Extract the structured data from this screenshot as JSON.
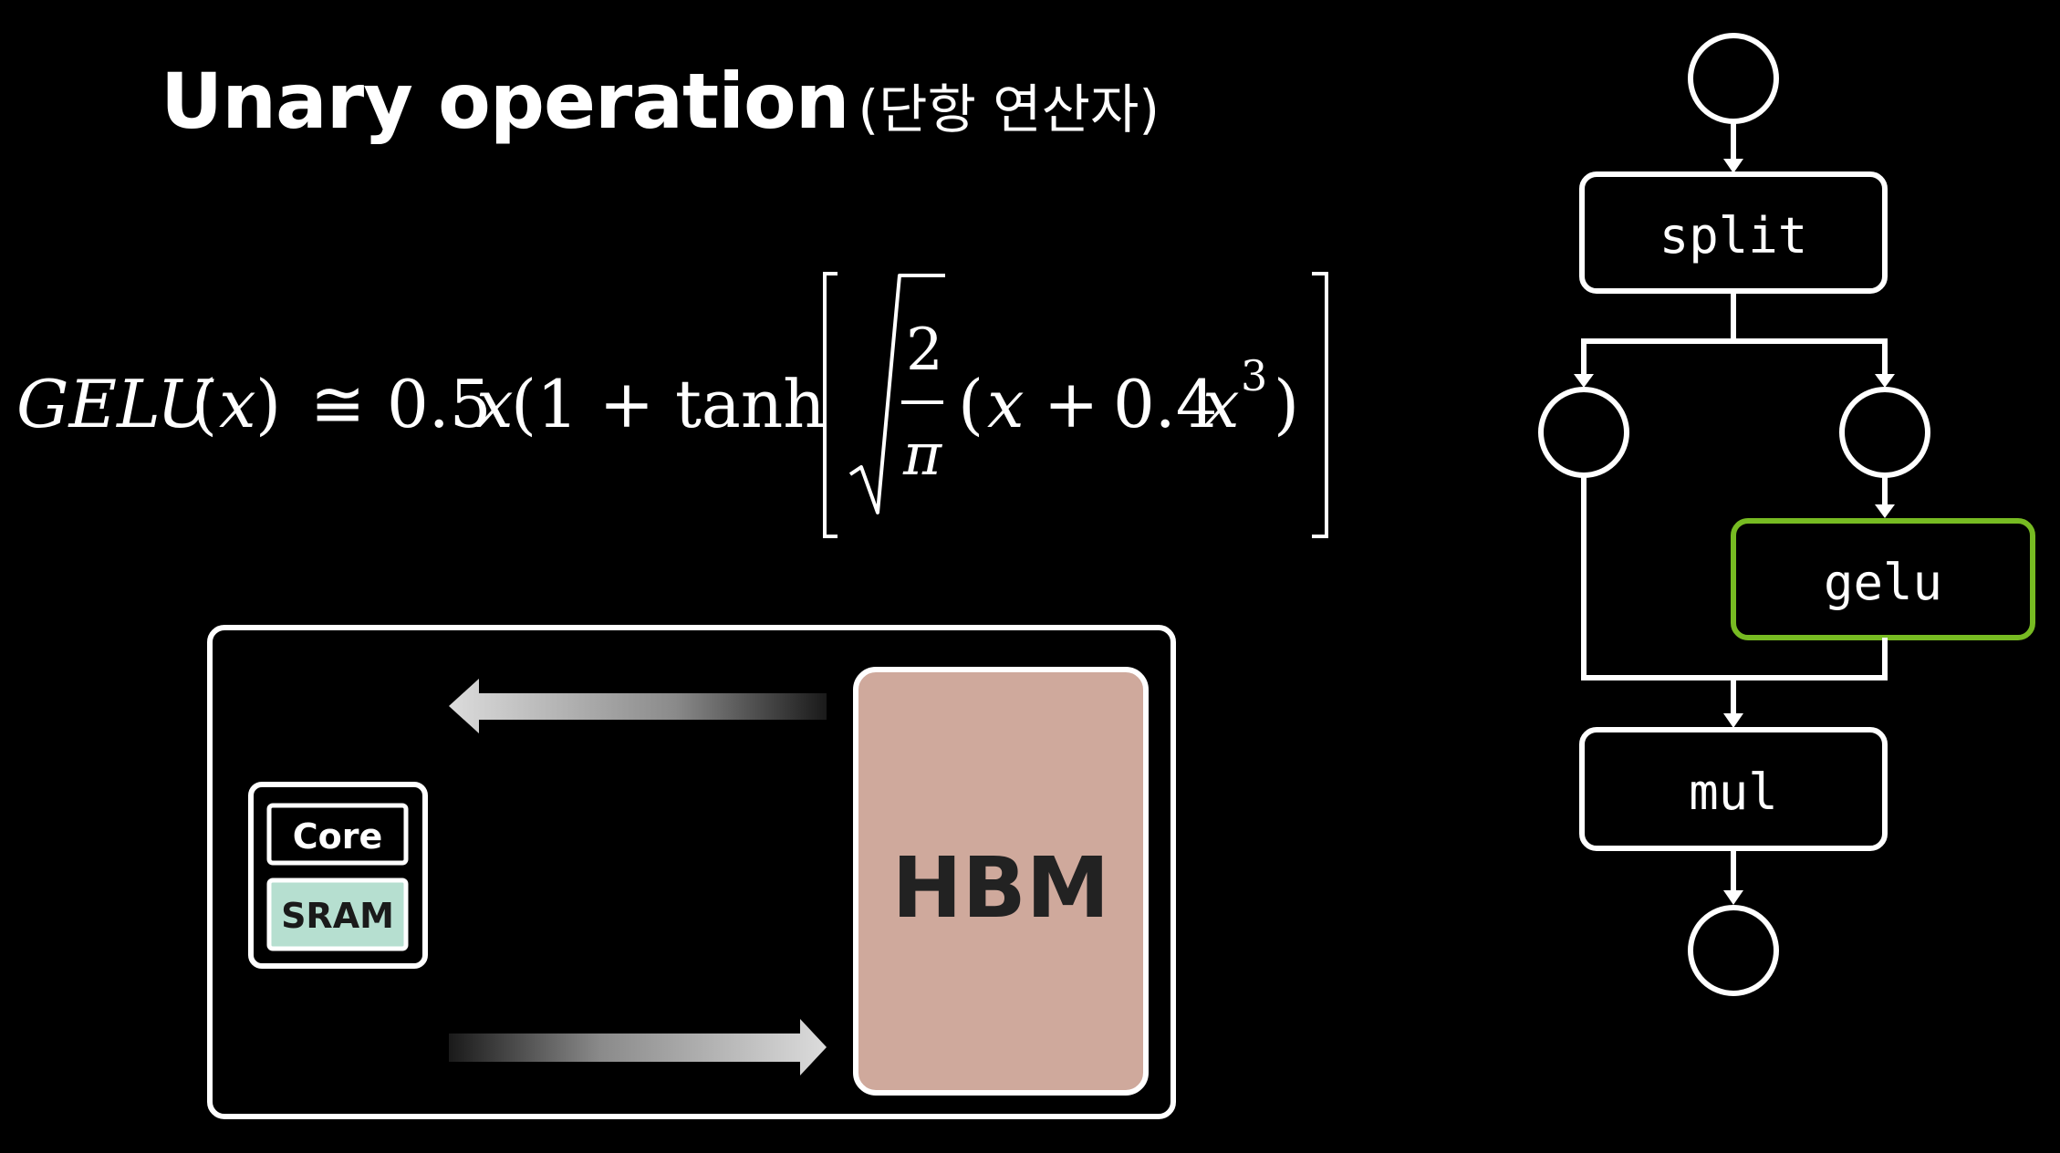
{
  "title": {
    "main": "Unary operation",
    "sub": "(단항 연산자)"
  },
  "formula": {
    "lhs_fn": "GELU",
    "var": "x",
    "approx": "≅",
    "half": "0.5",
    "one_plus_tanh": "(1 + tanh",
    "two": "2",
    "pi": "π",
    "plus": "+",
    "coef": "0.4",
    "exponent": "3",
    "var_color": "#7cc24a"
  },
  "memory": {
    "core_label": "Core",
    "sram_label": "SRAM",
    "hbm_label": "HBM",
    "sram_color": "#b6dfd0",
    "hbm_color": "#cfa99c"
  },
  "graph": {
    "split_label": "split",
    "gelu_label": "gelu",
    "mul_label": "mul",
    "highlight_color": "#77bb22"
  }
}
